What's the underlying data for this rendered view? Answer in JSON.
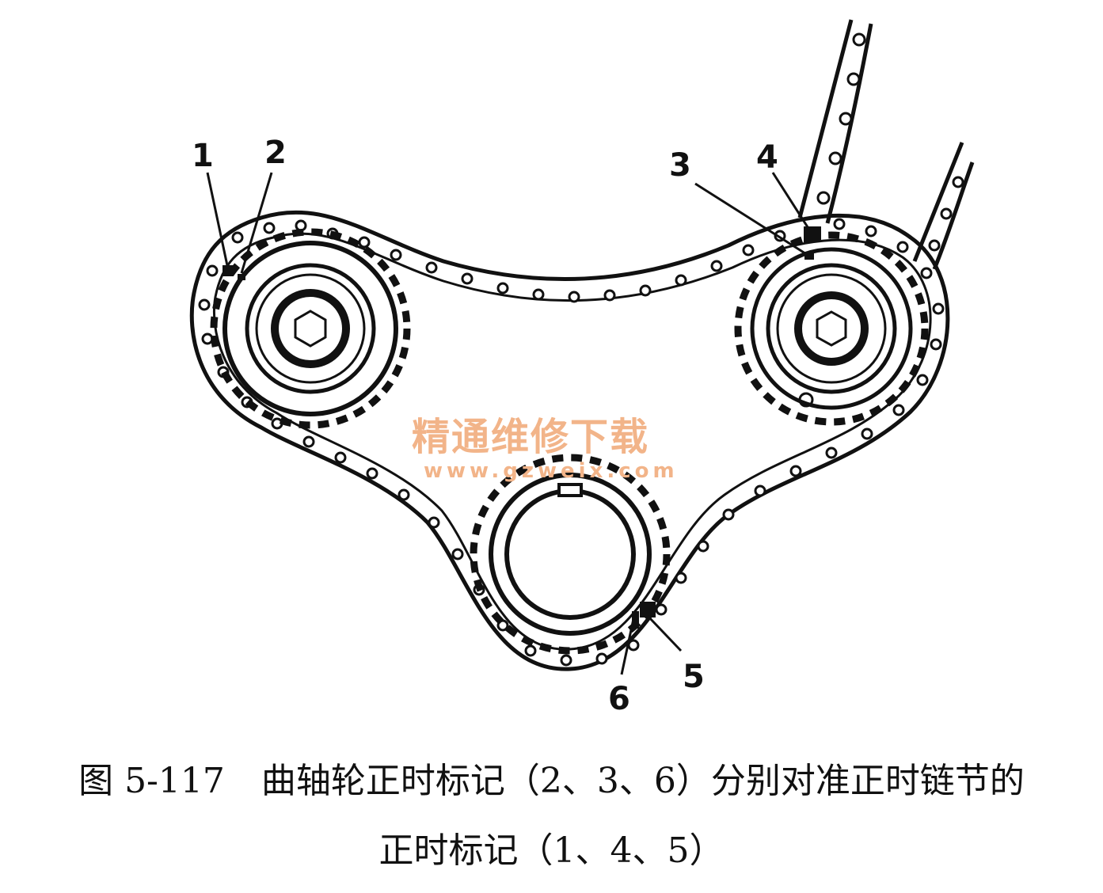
{
  "figure": {
    "number": "图 5-117",
    "caption_line_1": "曲轴轮正时标记（2、3、6）分别对准正时链节的",
    "caption_line_2": "正时标记（1、4、5）"
  },
  "callouts": {
    "c1": "1",
    "c2": "2",
    "c3": "3",
    "c4": "4",
    "c5": "5",
    "c6": "6"
  },
  "watermark": {
    "text": "精通维修下载",
    "url": "www.gzweix.com",
    "color": "#f2b489"
  },
  "colors": {
    "ink": "#111111",
    "background": "#ffffff"
  }
}
